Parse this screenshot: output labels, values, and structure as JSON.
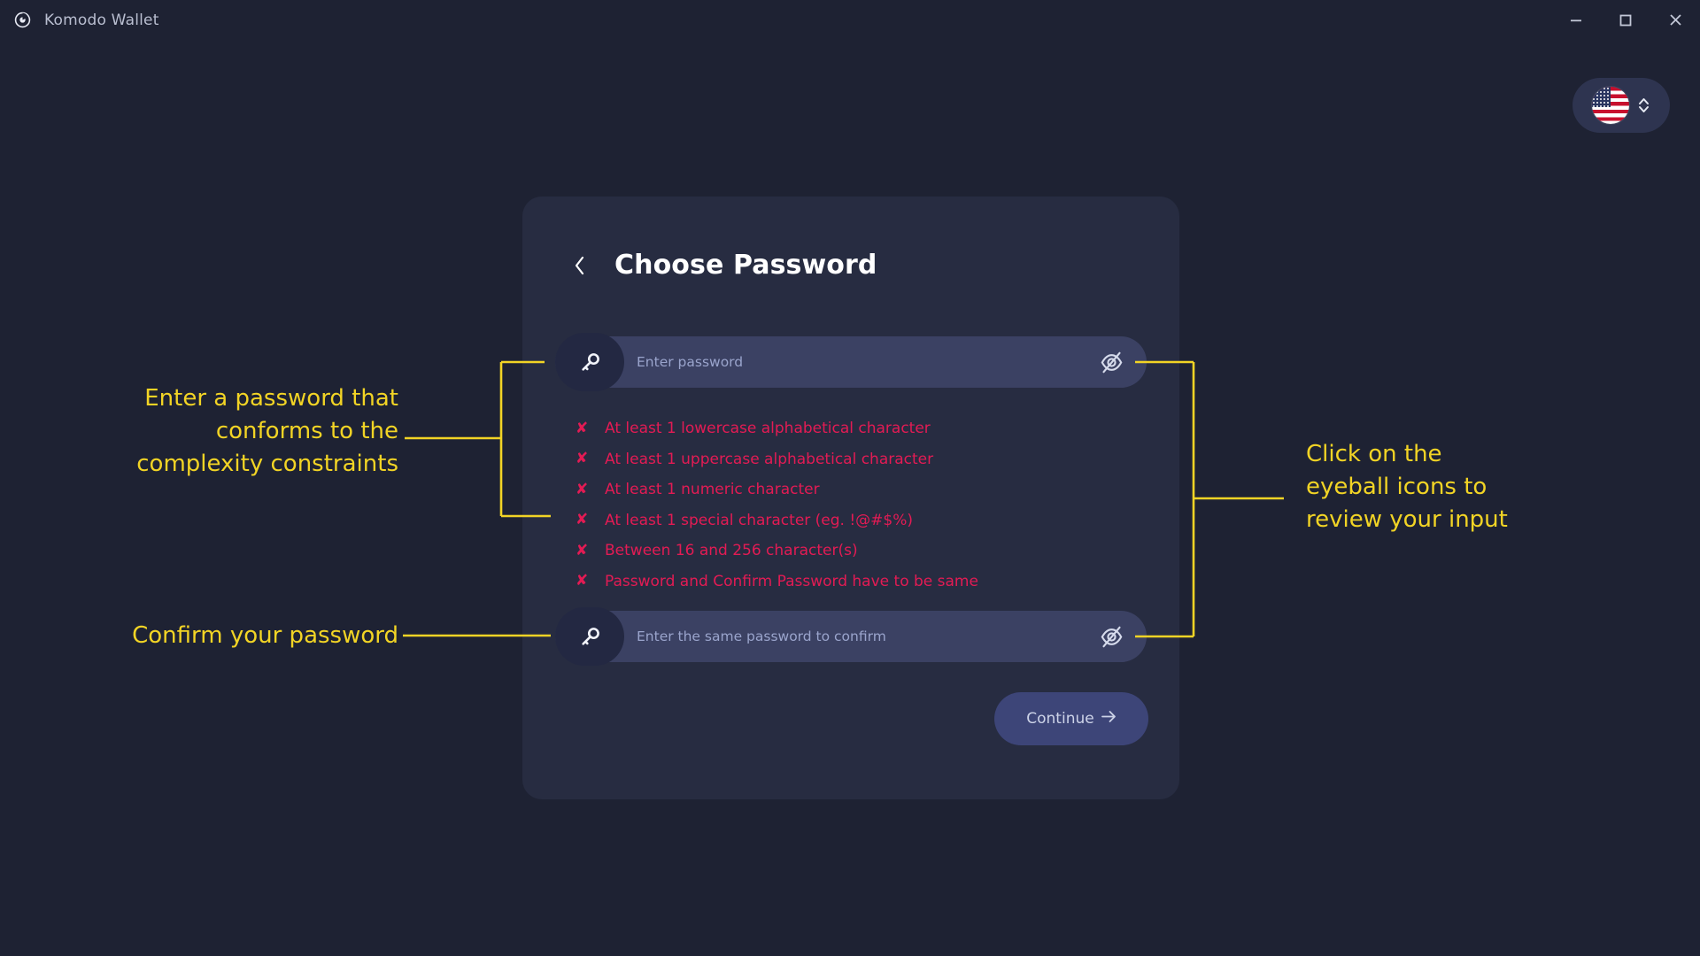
{
  "window": {
    "title": "Komodo Wallet",
    "logo_icon": "komodo-logo-icon",
    "controls": {
      "minimize": "minimize-icon",
      "maximize": "maximize-icon",
      "close": "close-icon"
    }
  },
  "language_selector": {
    "flag": "us-flag-icon",
    "chevron": "chevron-up-down-icon"
  },
  "card": {
    "back_icon": "chevron-left-icon",
    "title": "Choose Password",
    "password_field": {
      "icon": "key-icon",
      "placeholder": "Enter password",
      "value": "",
      "toggle_icon": "eye-off-icon"
    },
    "confirm_field": {
      "icon": "key-icon",
      "placeholder": "Enter the same password to confirm",
      "value": "",
      "toggle_icon": "eye-off-icon"
    },
    "rules": [
      {
        "status": "fail",
        "mark": "✘",
        "text": "At least 1 lowercase alphabetical character"
      },
      {
        "status": "fail",
        "mark": "✘",
        "text": "At least 1 uppercase alphabetical character"
      },
      {
        "status": "fail",
        "mark": "✘",
        "text": "At least 1 numeric character"
      },
      {
        "status": "fail",
        "mark": "✘",
        "text": "At least 1 special character (eg. !@#$%)"
      },
      {
        "status": "fail",
        "mark": "✘",
        "text": "Between 16 and 256 character(s)"
      },
      {
        "status": "fail",
        "mark": "✘",
        "text": "Password and Confirm Password have to be same"
      }
    ],
    "continue_button": {
      "label": "Continue",
      "arrow": "arrow-right-icon"
    }
  },
  "annotations": {
    "password": "Enter a password that\nconforms to the\ncomplexity constraints",
    "confirm": "Confirm your password",
    "eyeball": "Click on the\neyeball icons to\nreview your input"
  },
  "colors": {
    "page_background": "#1e2233",
    "card_background": "#272c41",
    "field_background": "#3b4163",
    "key_badge_background": "#232842",
    "error_text": "#e31b54",
    "annotation": "#f2d425",
    "button_background": "#3d4578",
    "title_text": "#ffffff"
  }
}
